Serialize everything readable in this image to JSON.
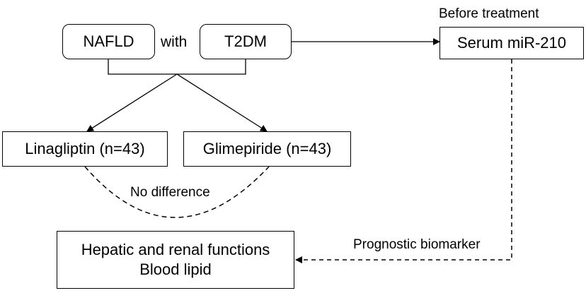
{
  "nodes": {
    "nafld": "NAFLD",
    "t2dm": "T2DM",
    "serum": "Serum miR-210",
    "linagliptin": "Linagliptin (n=43)",
    "glimepiride": "Glimepiride (n=43)",
    "outcome_line1": "Hepatic and renal functions",
    "outcome_line2": "Blood lipid"
  },
  "labels": {
    "with": "with",
    "before_treatment": "Before treatment",
    "no_difference": "No difference",
    "prognostic_biomarker": "Prognostic biomarker"
  }
}
